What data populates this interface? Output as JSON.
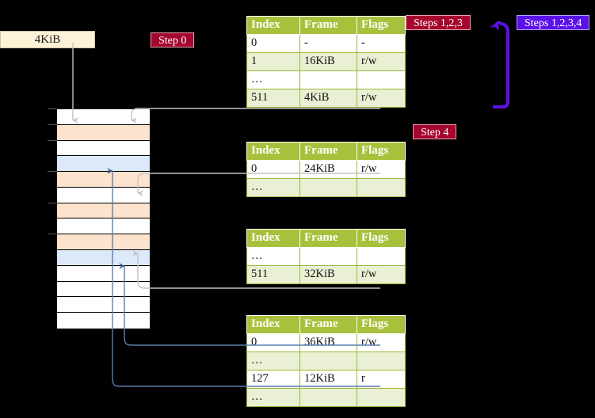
{
  "diagram": {
    "title_hidden": "",
    "frame_box": {
      "label": "4KiB"
    },
    "badges": {
      "step0": "Step 0",
      "step4": "Step 4",
      "steps123": "Steps 1,2,3",
      "steps1234": "Steps 1,2,3,4"
    },
    "colors": {
      "background": "#000000",
      "table_header": "#a8c13c",
      "table_alt_row": "#e9f0d3",
      "highlight": "#fdf8a6",
      "frame_box_fill": "#fdf2d8",
      "mem_peach": "#fde3cd",
      "mem_blue": "#dce9f8",
      "badge_crimson": "#a5062e",
      "badge_violet": "#5b11e8",
      "arrow_gray": "#b9b9b9",
      "arrow_blue": "#5a7fae",
      "arrow_purple": "#5b11e8"
    },
    "tables": [
      {
        "name": "page-table-level-0",
        "headers": [
          "Index",
          "Frame",
          "Flags"
        ],
        "rows": [
          {
            "cells": [
              "0",
              "-",
              "-"
            ],
            "alt": false,
            "highlight": false
          },
          {
            "cells": [
              "1",
              "16KiB",
              "r/w"
            ],
            "alt": true,
            "highlight": false
          },
          {
            "cells": [
              "…",
              "",
              ""
            ],
            "alt": false,
            "highlight": false
          },
          {
            "cells": [
              "511",
              "4KiB",
              "r/w"
            ],
            "alt": true,
            "highlight": true
          }
        ]
      },
      {
        "name": "page-table-level-1",
        "headers": [
          "Index",
          "Frame",
          "Flags"
        ],
        "rows": [
          {
            "cells": [
              "0",
              "24KiB",
              "r/w"
            ],
            "alt": false,
            "highlight": false
          },
          {
            "cells": [
              "…",
              "",
              ""
            ],
            "alt": true,
            "highlight": false
          }
        ]
      },
      {
        "name": "page-table-level-2",
        "headers": [
          "Index",
          "Frame",
          "Flags"
        ],
        "rows": [
          {
            "cells": [
              "…",
              "",
              ""
            ],
            "alt": false,
            "highlight": false
          },
          {
            "cells": [
              "511",
              "32KiB",
              "r/w"
            ],
            "alt": true,
            "highlight": false
          }
        ]
      },
      {
        "name": "page-table-level-3",
        "headers": [
          "Index",
          "Frame",
          "Flags"
        ],
        "rows": [
          {
            "cells": [
              "0",
              "36KiB",
              "r/w"
            ],
            "alt": false,
            "highlight": false
          },
          {
            "cells": [
              "…",
              "",
              ""
            ],
            "alt": true,
            "highlight": false
          },
          {
            "cells": [
              "127",
              "12KiB",
              "r"
            ],
            "alt": false,
            "highlight": false
          },
          {
            "cells": [
              "…",
              "",
              ""
            ],
            "alt": true,
            "highlight": false
          }
        ]
      }
    ],
    "memory_rows": [
      {
        "fill": "white",
        "tick": true
      },
      {
        "fill": "peach",
        "tick": true
      },
      {
        "fill": "white",
        "tick": true
      },
      {
        "fill": "blue",
        "tick": false
      },
      {
        "fill": "peach",
        "tick": true
      },
      {
        "fill": "white",
        "tick": false
      },
      {
        "fill": "peach",
        "tick": true
      },
      {
        "fill": "white",
        "tick": false
      },
      {
        "fill": "peach",
        "tick": true
      },
      {
        "fill": "blue",
        "tick": false
      },
      {
        "fill": "white",
        "tick": false
      },
      {
        "fill": "white",
        "tick": false
      },
      {
        "fill": "white",
        "tick": false
      },
      {
        "fill": "white",
        "tick": false
      }
    ]
  }
}
